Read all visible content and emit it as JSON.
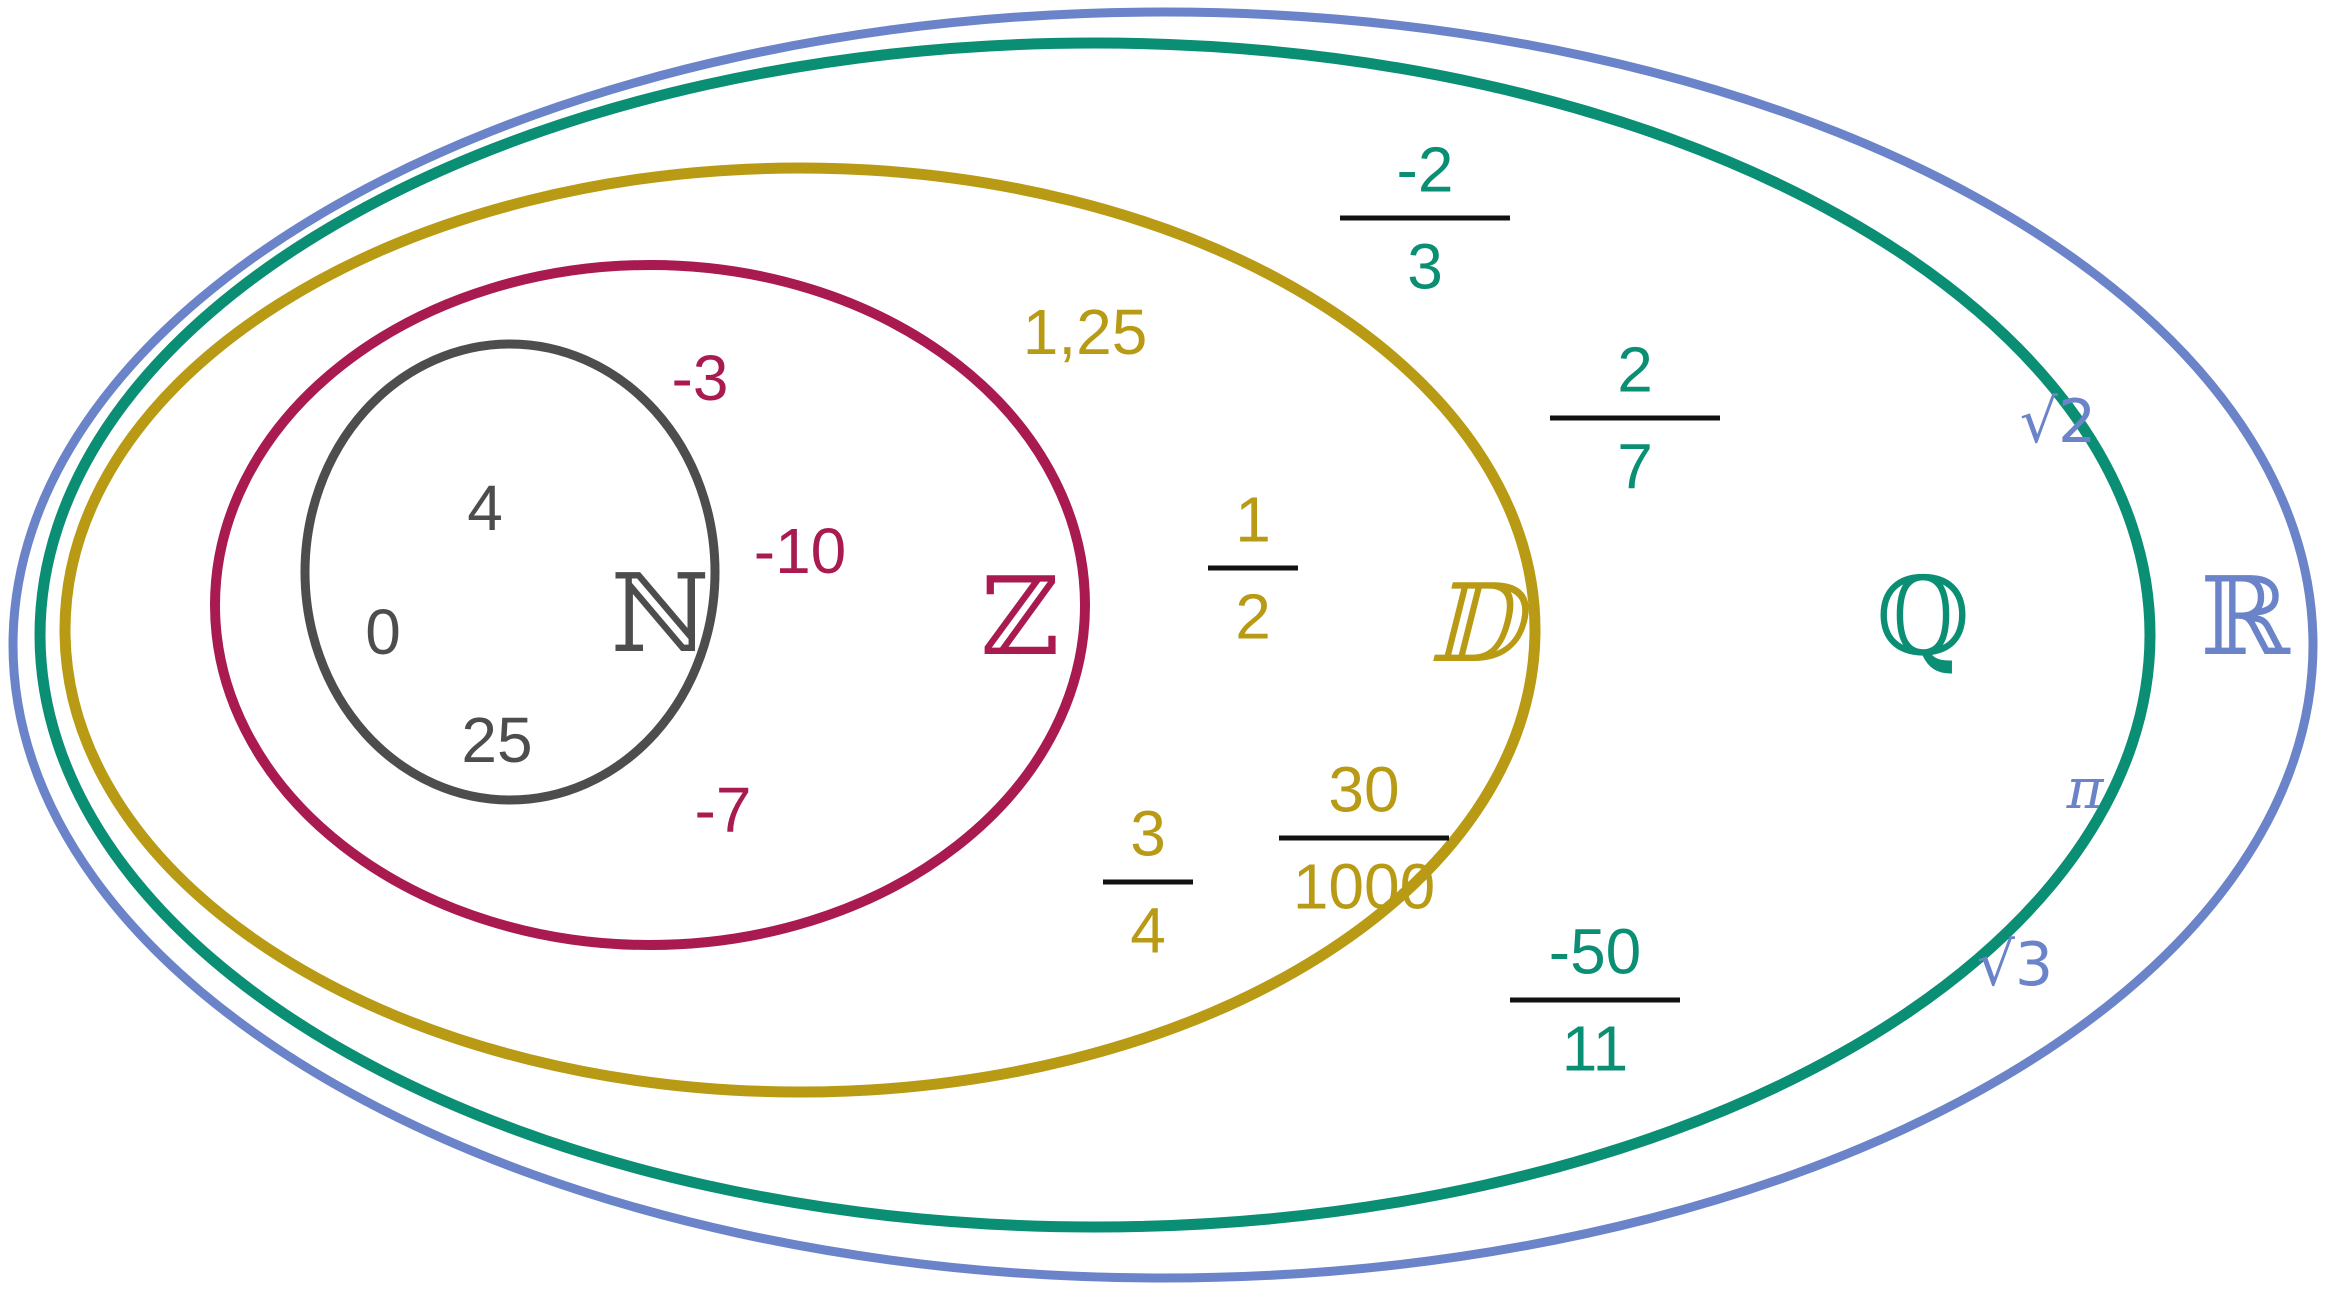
{
  "diagram": {
    "title": "Nested number sets diagram",
    "type": "euler-diagram"
  },
  "colors": {
    "natural": "#4d4d4d",
    "integer": "#a81a50",
    "decimal": "#b89a14",
    "rational": "#0a8e74",
    "real": "#6b84c9",
    "fraction_bar": "#111111",
    "background": "#ffffff"
  },
  "sets": [
    {
      "key": "natural",
      "symbol": "ℕ",
      "color": "#4d4d4d",
      "members": [
        "4",
        "0",
        "25"
      ]
    },
    {
      "key": "integer",
      "symbol": "ℤ",
      "color": "#a81a50",
      "members": [
        "-3",
        "-10",
        "-7"
      ]
    },
    {
      "key": "decimal",
      "symbol": "𝔻",
      "color": "#b89a14",
      "members": [
        "1,25",
        "1/2",
        "3/4",
        "30/1000"
      ]
    },
    {
      "key": "rational",
      "symbol": "ℚ",
      "color": "#0a8e74",
      "members": [
        "-2/3",
        "2/7",
        "-50/11"
      ]
    },
    {
      "key": "real",
      "symbol": "ℝ",
      "color": "#6b84c9",
      "members": [
        "√2",
        "π",
        "√3"
      ]
    }
  ],
  "labels": {
    "natural_symbol": "ℕ",
    "natural_4": "4",
    "natural_0": "0",
    "natural_25": "25",
    "integer_symbol": "ℤ",
    "integer_minus3": "-3",
    "integer_minus10": "-10",
    "integer_minus7": "-7",
    "decimal_symbol": "𝔻",
    "decimal_125": "1,25",
    "rational_symbol": "ℚ",
    "real_symbol": "ℝ",
    "real_sqrt2": "√2",
    "real_pi": "π",
    "real_sqrt3": "√3"
  },
  "fractions": {
    "one_half": {
      "numerator": "1",
      "denominator": "2"
    },
    "three_quarters": {
      "numerator": "3",
      "denominator": "4"
    },
    "thirty_thousandths": {
      "numerator": "30",
      "denominator": "1000"
    },
    "minus_two_thirds": {
      "numerator": "-2",
      "denominator": "3"
    },
    "two_sevenths": {
      "numerator": "2",
      "denominator": "7"
    },
    "minus_fifty_elevenths": {
      "numerator": "-50",
      "denominator": "11"
    }
  }
}
